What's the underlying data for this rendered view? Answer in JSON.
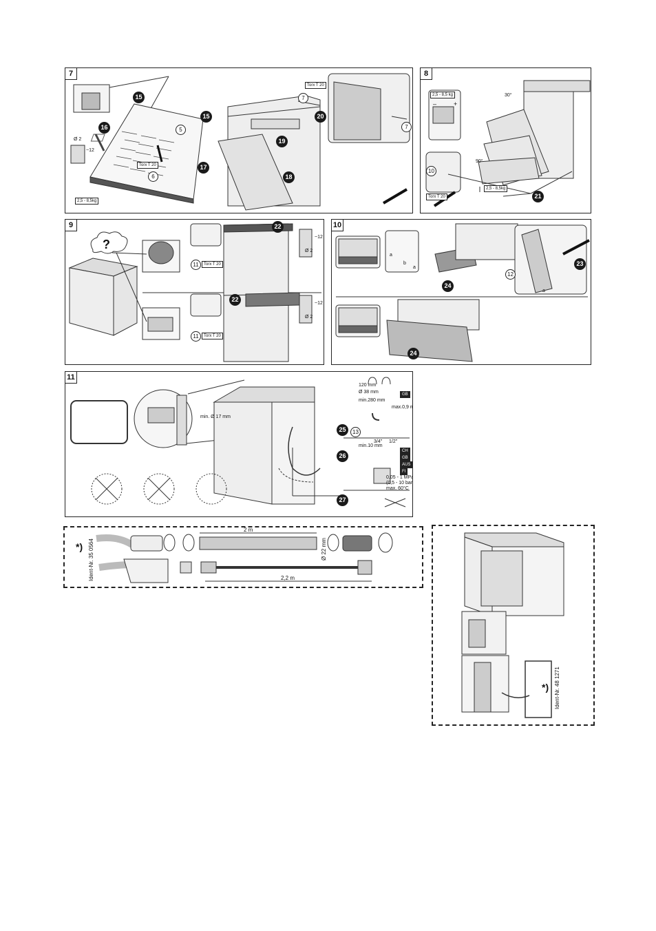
{
  "panels": {
    "p7": {
      "number": "7",
      "callouts": [
        "15",
        "16",
        "15",
        "17",
        "19",
        "18",
        "20"
      ],
      "small_numbers": [
        "5",
        "6",
        "7",
        "7"
      ],
      "labels": {
        "torx1": "Torx T 20",
        "torx2": "Torx T 20",
        "dia": "Ø 2",
        "dim": "~12",
        "weight": "2,5 - 8,5kg"
      }
    },
    "p8": {
      "number": "8",
      "callouts": [
        "21"
      ],
      "small_numbers": [
        "10"
      ],
      "labels": {
        "weight_top": "2,5 - 8,5 kg",
        "angle1": "30°",
        "angle2": "90°",
        "weight_bottom": "2,5 - 8,5kg",
        "torx": "Torx T 20",
        "minus": "–",
        "plus": "+"
      }
    },
    "p9": {
      "number": "9",
      "callouts": [
        "22",
        "22"
      ],
      "small_numbers": [
        "11",
        "11"
      ],
      "labels": {
        "question": "?",
        "torx1": "Torx T 20",
        "torx2": "Torx T 20",
        "dia1": "Ø 2",
        "dia2": "Ø 2",
        "dim1": "~12",
        "dim2": "~12"
      }
    },
    "p10": {
      "number": "10",
      "callouts": [
        "24",
        "23",
        "24"
      ],
      "small_numbers": [
        "12"
      ],
      "labels": {
        "a1": "a",
        "a2": "a",
        "b": "b",
        "a3": "a"
      }
    },
    "p11": {
      "number": "11",
      "callouts": [
        "25",
        "26",
        "27"
      ],
      "small_numbers": [
        "13"
      ],
      "labels": {
        "h120": "120 mm",
        "d38": "Ø 38 mm",
        "min280": "min.280 mm",
        "max09": "max.0,9 m",
        "gb": "GB",
        "min17": "min. Ø 17 mm",
        "min10": "min.10 mm",
        "thread1": "3/4\"",
        "thread2": "1/2\"",
        "pressure": "0,05 - 1 MPa",
        "bar": "(0,5 - 10 bar)",
        "temp": "max. 60°C",
        "flags": [
          "CH",
          "GB",
          "AUS",
          "FI"
        ]
      }
    }
  },
  "accessory_hose": {
    "star": "*)",
    "ident": "Ident-Nr. 35 0564",
    "length_drain": "2 m",
    "diameter": "Ø 22 mm",
    "length_supply": "2,2 m"
  },
  "accessory_plinth": {
    "star": "*)",
    "ident": "Ident-Nr. 48 1271"
  }
}
